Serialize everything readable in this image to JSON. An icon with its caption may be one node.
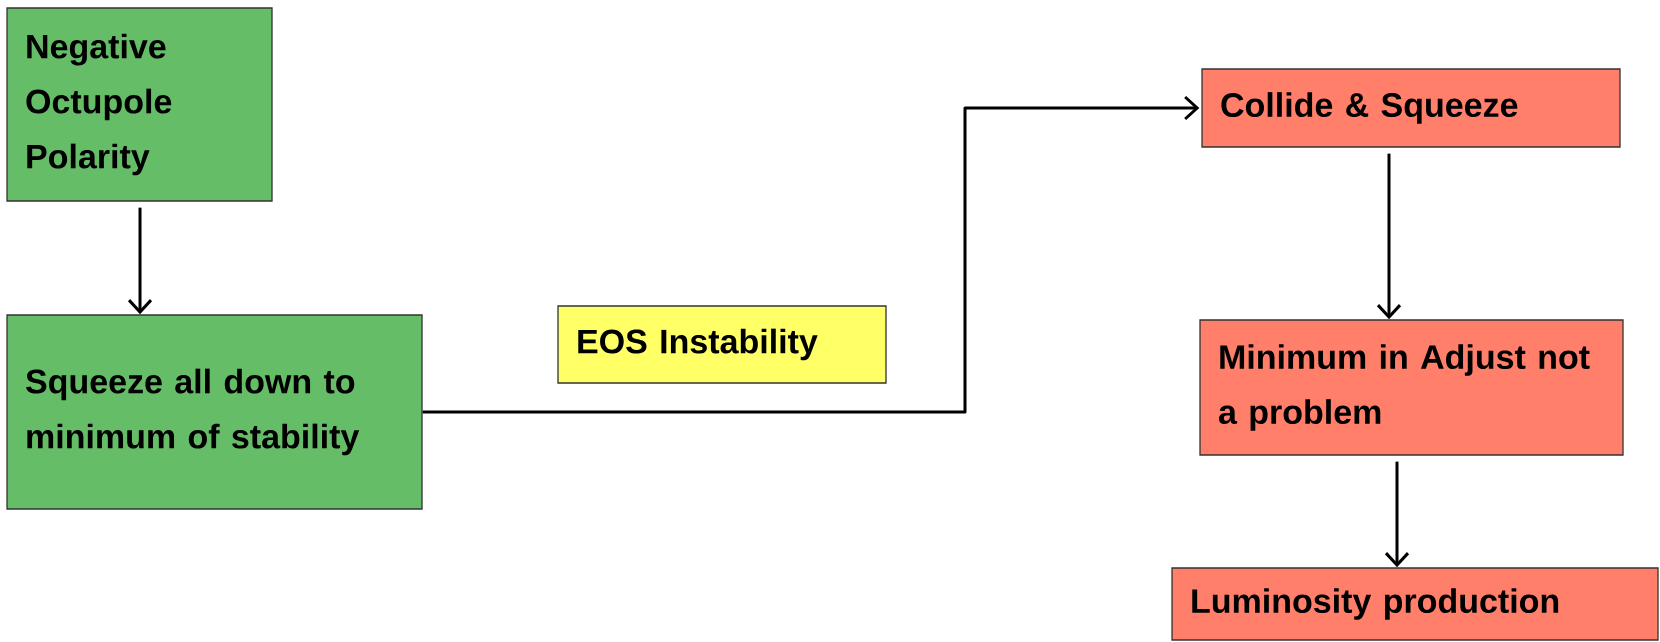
{
  "diagram": {
    "nodes": [
      {
        "text": [
          "Negative Octupole Polarity"
        ]
      },
      {
        "text": [
          "Squeeze all down to minimum of stability"
        ]
      },
      {
        "text": [
          "EOS Instability"
        ]
      },
      {
        "text": [
          "Collide & Squeeze"
        ]
      },
      {
        "text": [
          "Minimum in Adjust not a problem"
        ]
      },
      {
        "text": [
          "Luminosity production"
        ]
      }
    ],
    "edges": [
      {
        "from": 0,
        "to": 1,
        "arrow": "to"
      },
      {
        "from": 1,
        "to": 3,
        "arrow": "to"
      },
      {
        "from": 3,
        "to": 4,
        "arrow": "to"
      },
      {
        "from": 4,
        "to": 5,
        "arrow": "to"
      }
    ]
  }
}
